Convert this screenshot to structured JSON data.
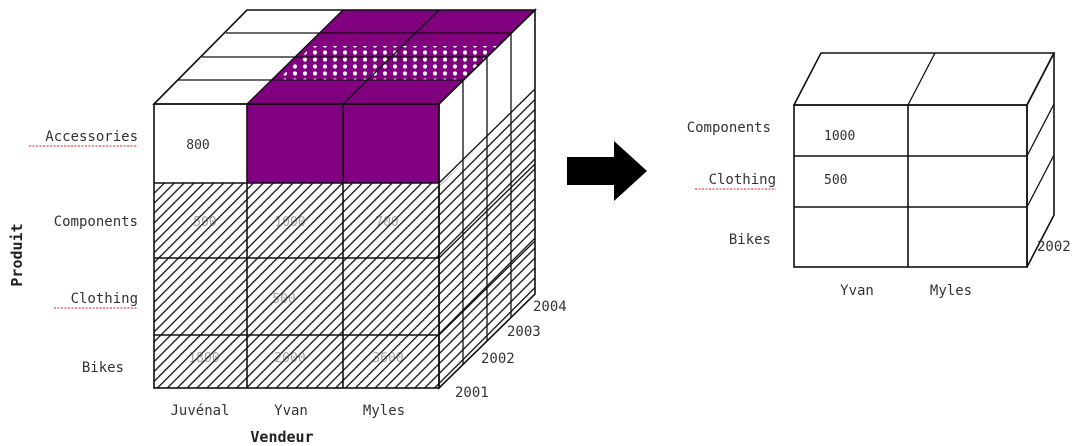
{
  "source_cube": {
    "axis_product_title": "Produit",
    "axis_vendor_title": "Vendeur",
    "products": [
      "Accessories",
      "Components",
      "Clothing",
      "Bikes"
    ],
    "vendors": [
      "Juvénal",
      "Yvan",
      "Myles"
    ],
    "years": [
      "2001",
      "2002",
      "2003",
      "2004"
    ],
    "cells": {
      "accessories_juvenal": "800",
      "components_juvenal": "500",
      "components_yvan": "1000",
      "components_myles": "700",
      "clothing_yvan": "500",
      "bikes_juvenal": "1800",
      "bikes_yvan": "2000",
      "bikes_myles": "3600"
    }
  },
  "result_cube": {
    "products": [
      "Components",
      "Clothing",
      "Bikes"
    ],
    "vendors": [
      "Yvan",
      "Myles"
    ],
    "year": "2002",
    "cells": {
      "components_yvan": "1000",
      "clothing_yvan": "500"
    }
  },
  "colors": {
    "slice_fill": "#800080",
    "hatch": "#111111",
    "arrow": "#000000"
  }
}
